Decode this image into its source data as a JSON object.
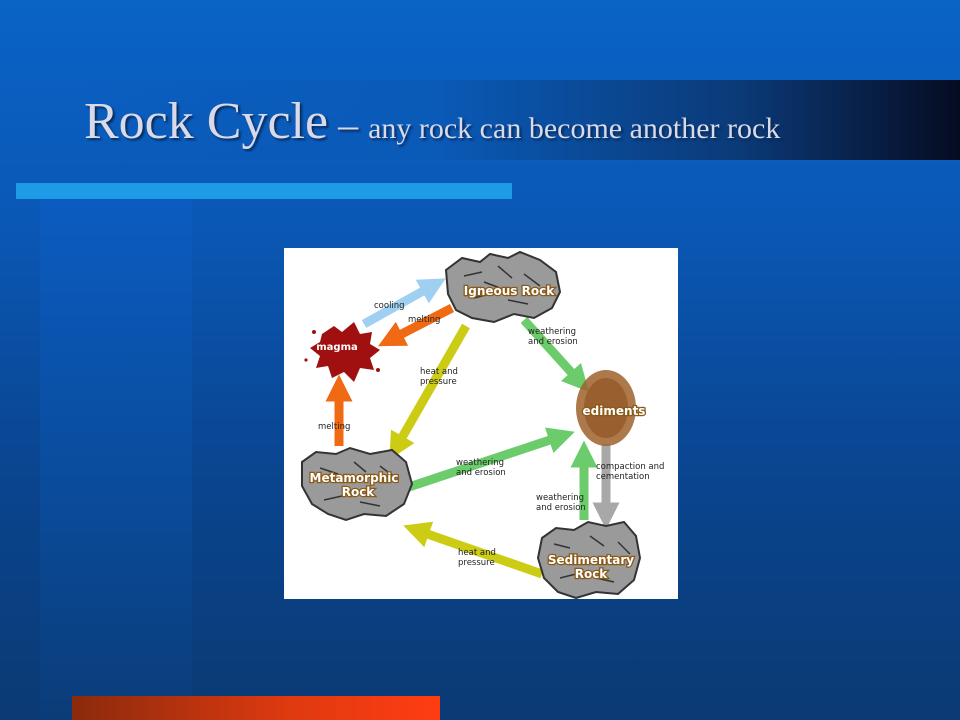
{
  "slide": {
    "title": "Rock Cycle",
    "dash": "–",
    "subtitle": "any rock can become another rock"
  },
  "diagram": {
    "nodes": {
      "igneous": "Igneous Rock",
      "magma": "magma",
      "sediments": "ediments",
      "metamorphic_line1": "Metamorphic",
      "metamorphic_line2": "Rock",
      "sedimentary_line1": "Sedimentary",
      "sedimentary_line2": "Rock"
    },
    "labels": {
      "cooling": "cooling",
      "melting_top": "melting",
      "melting_left": "melting",
      "heat_pressure_top_1": "heat and",
      "heat_pressure_top_2": "pressure",
      "weathering_top_1": "weathering",
      "weathering_top_2": "and erosion",
      "weathering_mid_1": "weathering",
      "weathering_mid_2": "and erosion",
      "weathering_bottom_1": "weathering",
      "weathering_bottom_2": "and erosion",
      "compaction_1": "compaction and",
      "compaction_2": "cementation",
      "heat_pressure_bottom_1": "heat and",
      "heat_pressure_bottom_2": "pressure"
    },
    "colors": {
      "cooling_arrow": "#9fd0f2",
      "melting_arrow": "#f06a14",
      "heat_pressure_arrow": "#cccc14",
      "weathering_arrow": "#6ccc6c",
      "compaction_arrow": "#a8a8a8",
      "magma": "#a01010",
      "sediments": "#a0622a"
    }
  }
}
